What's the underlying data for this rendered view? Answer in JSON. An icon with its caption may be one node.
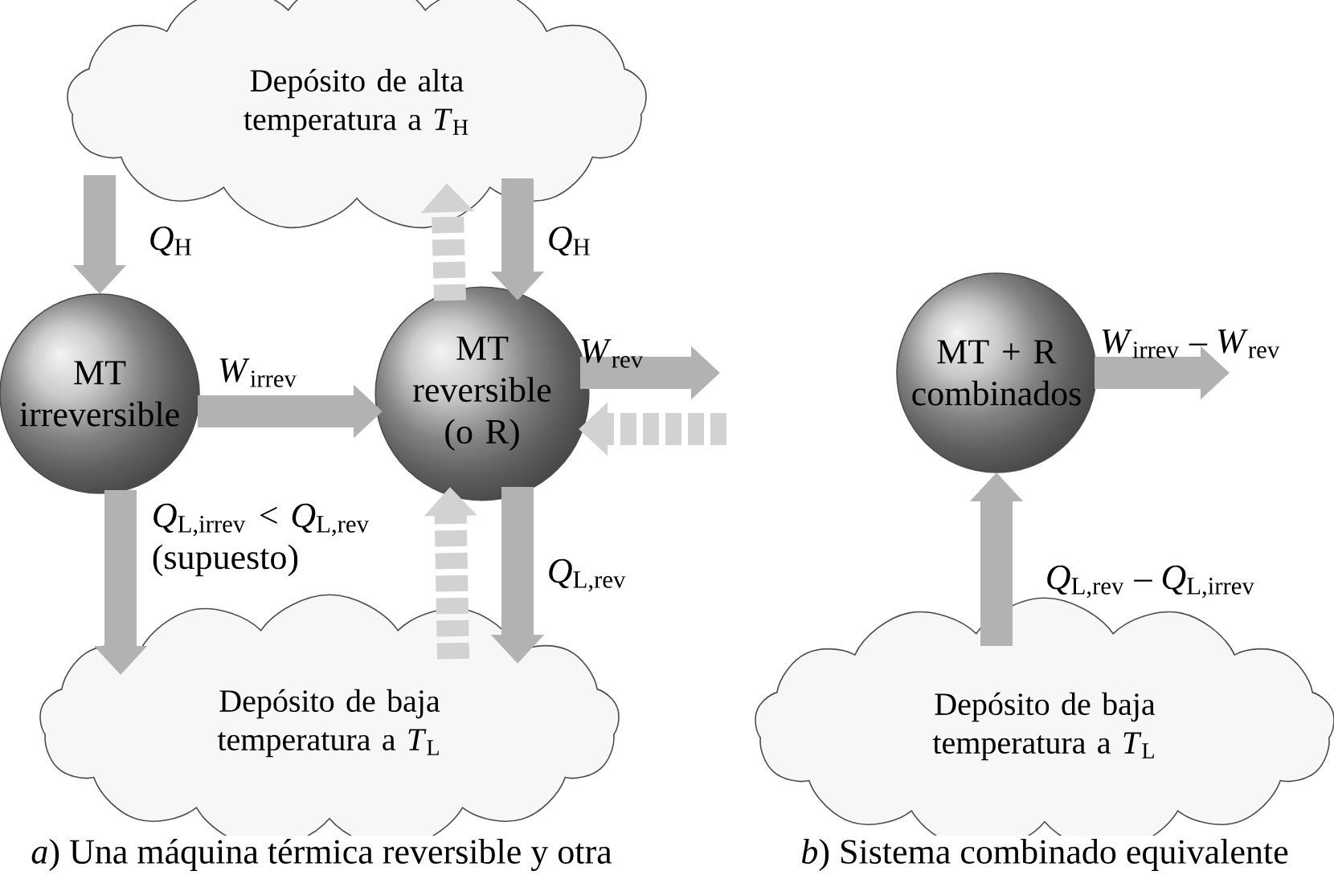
{
  "diagram": {
    "nodes": [
      {
        "text": [
          "Depósito de alta temperatura a *T*$_{H}$"
        ]
      },
      {
        "text": [
          "MT irreversible"
        ]
      },
      {
        "text": [
          "MT reversible (o R)"
        ]
      },
      {
        "text": [
          "Depósito de baja temperatura a *T*$_{L}$"
        ]
      },
      {
        "text": [
          "MT + R combinados"
        ]
      },
      {
        "text": [
          "Depósito de baja temperatura a *T*$_{L}$"
        ]
      }
    ],
    "edges": [
      {
        "from": 0,
        "to": 1,
        "arrow": "to",
        "label": "*Q*$_{H}$"
      },
      {
        "from": 2,
        "to": 0,
        "arrow": "to",
        "style": "dashed"
      },
      {
        "from": 0,
        "to": 2,
        "arrow": "to",
        "label": "*Q*$_{H}$"
      },
      {
        "from": 1,
        "to": 2,
        "arrow": "to",
        "label": "*W*$_{irrev}$"
      },
      {
        "from": 2,
        "to": null,
        "arrow": "to",
        "label": "*W*$_{rev}$"
      },
      {
        "from": null,
        "to": 2,
        "arrow": "to",
        "style": "dashed"
      },
      {
        "from": 1,
        "to": 3,
        "arrow": "to",
        "label": "*Q*$_{L,irrev}$ < *Q*$_{L,rev}$ (supuesto)"
      },
      {
        "from": 3,
        "to": 2,
        "arrow": "to",
        "style": "dashed"
      },
      {
        "from": 2,
        "to": 3,
        "arrow": "to",
        "label": "*Q*$_{L,rev}$"
      },
      {
        "from": 4,
        "to": null,
        "arrow": "to",
        "label": "*W*$_{irrev}$ – *W*$_{rev}$"
      },
      {
        "from": 5,
        "to": 4,
        "arrow": "to",
        "label": "*Q*$_{L,rev}$ – *Q*$_{L,irrev}$"
      }
    ],
    "labels": [
      "*a*) Una máquina térmica reversible y otra",
      "*b*) Sistema combinado equivalente"
    ]
  }
}
